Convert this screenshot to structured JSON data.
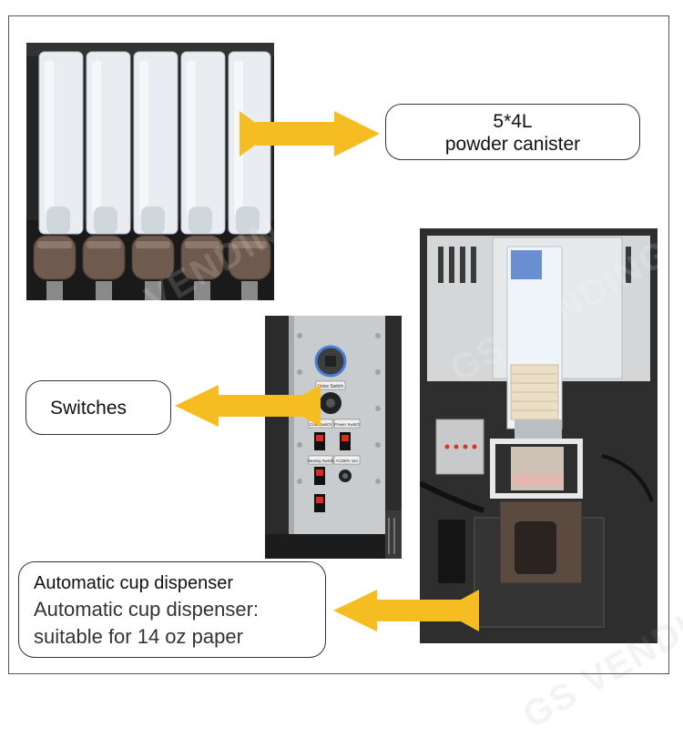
{
  "callouts": {
    "canister": {
      "line1": "5*4L",
      "line2": "powder canister"
    },
    "switches": {
      "label": "Switches"
    },
    "cup_dispenser": {
      "title": "Automatic cup dispenser",
      "description_line1": "Automatic cup dispenser:",
      "description_line2": "suitable for 14 oz paper"
    }
  },
  "panel_labels": {
    "voice_switch": "Voice Switch",
    "cold_switch": "Cold Switch",
    "power_switch": "Power Switch",
    "heating_switch": "Heating Switch",
    "breaker": "AC250V 15A"
  },
  "watermark": "GS VENDING",
  "colors": {
    "arrow": "#f5bd22",
    "frame": "#555555"
  }
}
